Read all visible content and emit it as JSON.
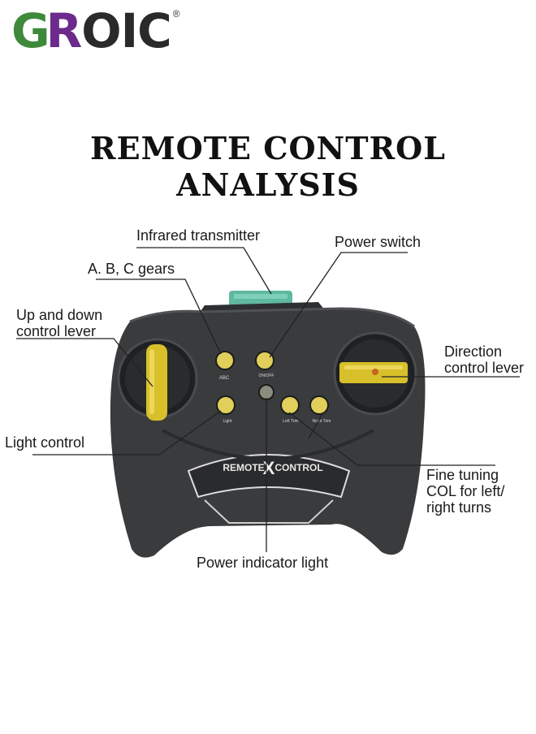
{
  "brand": {
    "name_g": "G",
    "name_r": "R",
    "name_rest": "OIC",
    "registered": "®",
    "colors": {
      "green": "#3e8a3a",
      "purple": "#6b2a8c",
      "dark": "#2a2a2a"
    }
  },
  "title": "REMOTE CONTROL ANALYSIS",
  "callouts": {
    "infrared": "Infrared transmitter",
    "power_switch": "Power switch",
    "gears": "A. B, C gears",
    "updown_1": "Up and down",
    "updown_2": "control lever",
    "direction_1": "Direction",
    "direction_2": "control lever",
    "light": "Light control",
    "fine_1": "Fine tuning",
    "fine_2": "COL for left/",
    "fine_3": "right turns",
    "indicator": "Power indicator light"
  },
  "device": {
    "label_abc": "ABC",
    "label_onoff": "ON/OFF",
    "label_light": "Light",
    "label_left_trim": "Left Trim",
    "label_right_trim": "Right Trim",
    "badge_remote": "REMOTE",
    "badge_control": "CONTROL",
    "colors": {
      "body": "#3a3b3d",
      "body_dark": "#222325",
      "yellow": "#d8c02a",
      "teal": "#5fb8a0"
    }
  }
}
